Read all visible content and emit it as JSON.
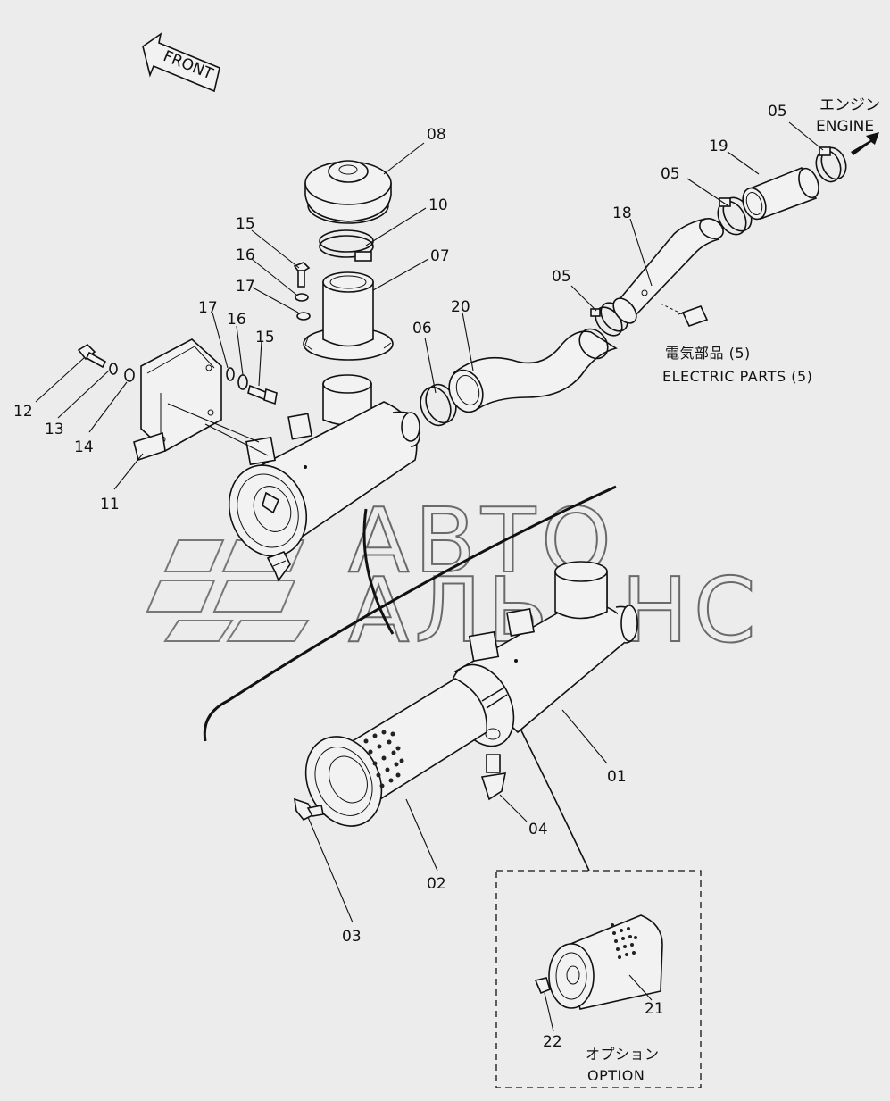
{
  "front_arrow": {
    "label": "FRONT"
  },
  "engine_note": {
    "jp": "エンジン",
    "en": "ENGINE"
  },
  "electric_note": {
    "jp": "電気部品 (5)",
    "en": "ELECTRIC PARTS (5)"
  },
  "option_note": {
    "jp": "オプション",
    "en": "OPTION"
  },
  "watermark": {
    "line1": "АВТО",
    "line2": "АЛЬЯНС"
  },
  "parts": [
    {
      "id": "01"
    },
    {
      "id": "02"
    },
    {
      "id": "03"
    },
    {
      "id": "04"
    },
    {
      "id": "05"
    },
    {
      "id": "06"
    },
    {
      "id": "07"
    },
    {
      "id": "08"
    },
    {
      "id": "10"
    },
    {
      "id": "11"
    },
    {
      "id": "12"
    },
    {
      "id": "13"
    },
    {
      "id": "14"
    },
    {
      "id": "15"
    },
    {
      "id": "16"
    },
    {
      "id": "17"
    },
    {
      "id": "18"
    },
    {
      "id": "19"
    },
    {
      "id": "20"
    },
    {
      "id": "21"
    },
    {
      "id": "22"
    }
  ]
}
